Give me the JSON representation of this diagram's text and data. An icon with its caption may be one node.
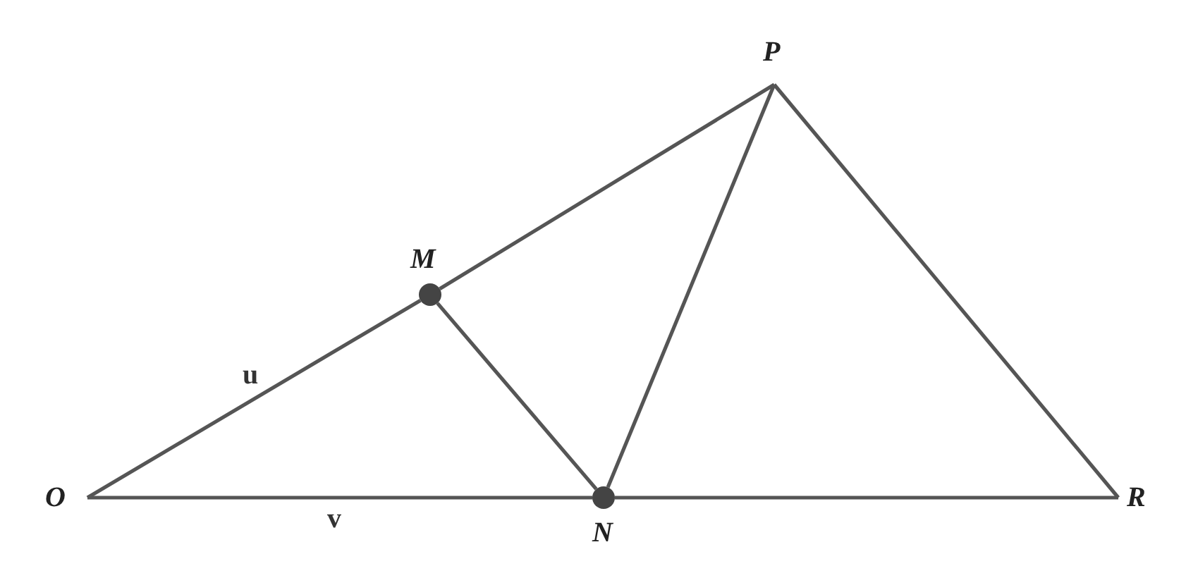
{
  "diagram": {
    "nodes": [
      {
        "text": [
          "O"
        ]
      },
      {
        "text": [
          "M"
        ]
      },
      {
        "text": [
          "P"
        ]
      },
      {
        "text": [
          "N"
        ]
      },
      {
        "text": [
          "R"
        ]
      }
    ],
    "edges": [
      {
        "from": 0,
        "to": 1,
        "arrow": "none"
      },
      {
        "from": 1,
        "to": 2,
        "arrow": "none"
      },
      {
        "from": 0,
        "to": 3,
        "arrow": "none"
      },
      {
        "from": 3,
        "to": 4,
        "arrow": "none"
      },
      {
        "from": 2,
        "to": 4,
        "arrow": "none"
      },
      {
        "from": 1,
        "to": 3,
        "arrow": "none"
      },
      {
        "from": 3,
        "to": 2,
        "arrow": "none"
      }
    ],
    "labels": [
      "u",
      "v"
    ]
  }
}
